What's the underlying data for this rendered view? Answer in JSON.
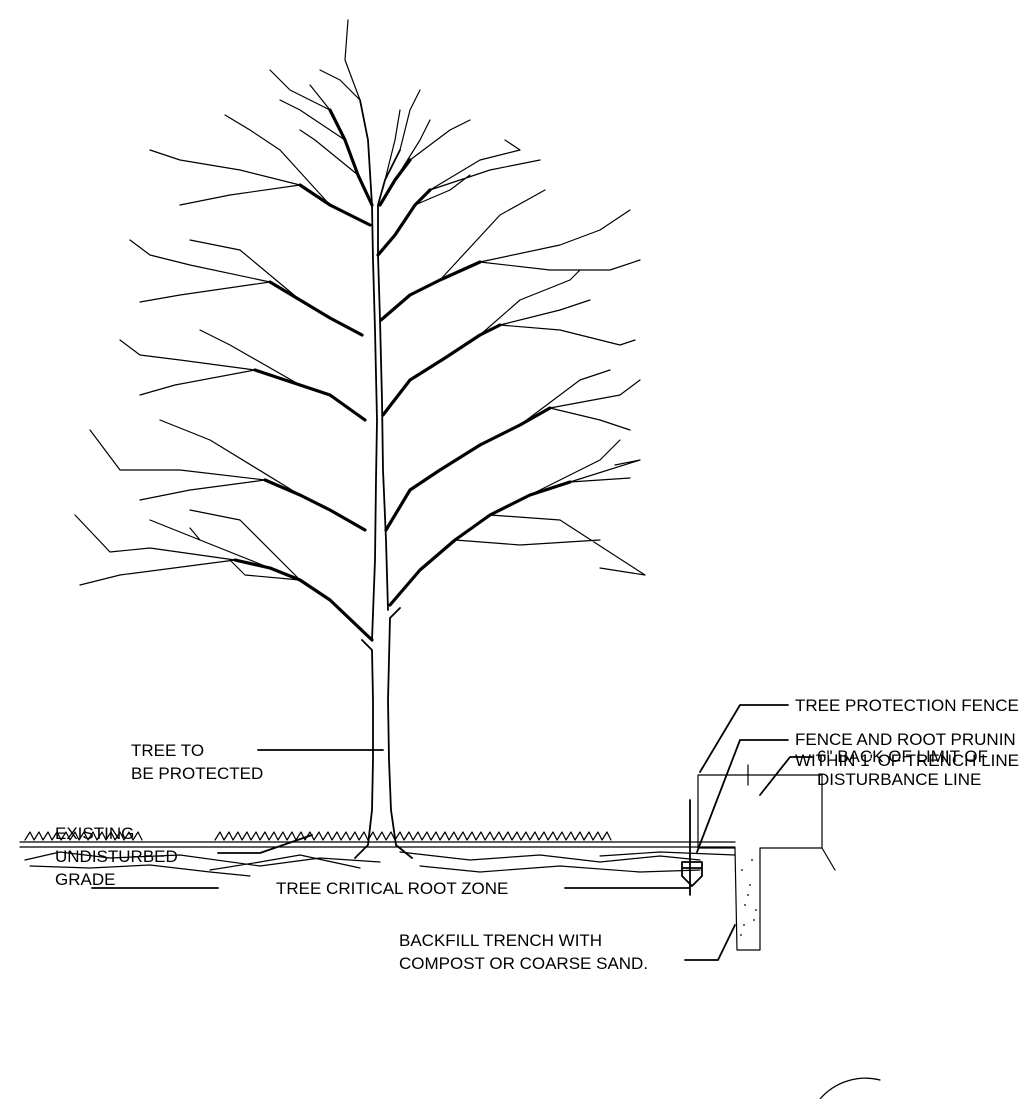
{
  "diagram": {
    "labels": {
      "tree_to_protect_1": "TREE TO",
      "tree_to_protect_2": "BE PROTECTED",
      "existing_grade_1": "EXISTING",
      "existing_grade_2": "UNDISTURBED",
      "existing_grade_3": "GRADE",
      "tree_protection_fence": "TREE PROTECTION FENCE",
      "fence_root_pruning_1": "FENCE AND ROOT PRUNIN",
      "fence_root_pruning_2": "WITHIN 1' OF TRENCH LINE",
      "limit_disturbance_1": "6\" BACK OF LIMIT OF",
      "limit_disturbance_2": "DISTURBANCE LINE",
      "critical_root_zone": "TREE CRITICAL ROOT ZONE",
      "backfill_1": "BACKFILL TRENCH WITH",
      "backfill_2": "COMPOST OR COARSE SAND."
    },
    "colors": {
      "line": "#000000",
      "background": "#ffffff"
    }
  }
}
